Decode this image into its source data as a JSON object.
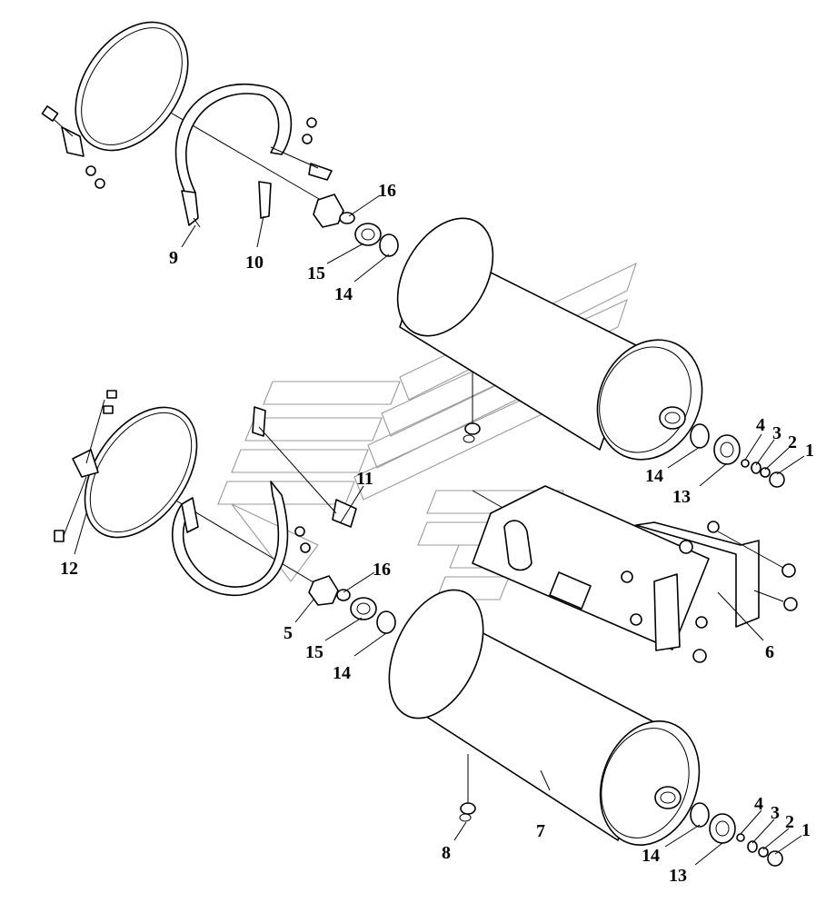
{
  "diagram": {
    "callouts": [
      {
        "id": "c16-top",
        "text": "16"
      },
      {
        "id": "c9",
        "text": "9"
      },
      {
        "id": "c10",
        "text": "10"
      },
      {
        "id": "c15-top",
        "text": "15"
      },
      {
        "id": "c14-top",
        "text": "14"
      },
      {
        "id": "c4-top",
        "text": "4"
      },
      {
        "id": "c3-top",
        "text": "3"
      },
      {
        "id": "c2-top",
        "text": "2"
      },
      {
        "id": "c1-top",
        "text": "1"
      },
      {
        "id": "c14-mid",
        "text": "14"
      },
      {
        "id": "c13-top",
        "text": "13"
      },
      {
        "id": "c11",
        "text": "11"
      },
      {
        "id": "c12",
        "text": "12"
      },
      {
        "id": "c16-mid",
        "text": "16"
      },
      {
        "id": "c5",
        "text": "5"
      },
      {
        "id": "c15-mid",
        "text": "15"
      },
      {
        "id": "c14-low",
        "text": "14"
      },
      {
        "id": "c6",
        "text": "6"
      },
      {
        "id": "c7",
        "text": "7"
      },
      {
        "id": "c8",
        "text": "8"
      },
      {
        "id": "c14-bot",
        "text": "14"
      },
      {
        "id": "c13-bot",
        "text": "13"
      },
      {
        "id": "c4-bot",
        "text": "4"
      },
      {
        "id": "c3-bot",
        "text": "3"
      },
      {
        "id": "c2-bot",
        "text": "2"
      },
      {
        "id": "c1-bot",
        "text": "1"
      }
    ]
  }
}
